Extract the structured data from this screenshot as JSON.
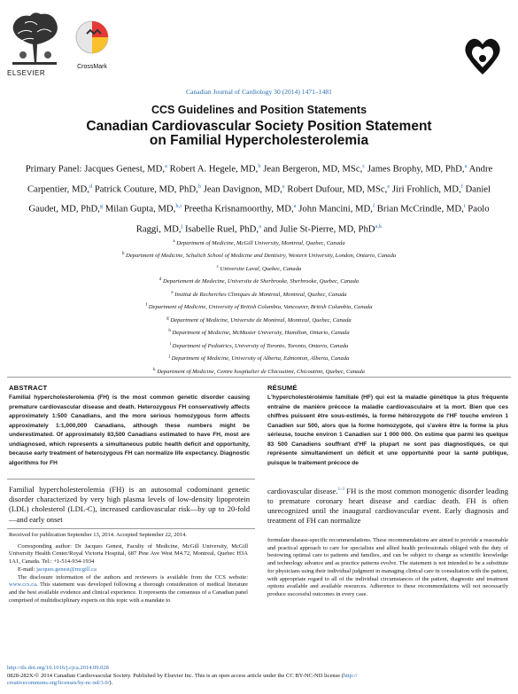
{
  "publisher": {
    "name": "ELSEVIER",
    "crossmark": "CrossMark"
  },
  "journal_ref": "Canadian Journal of Cardiology 30 (2014) 1471–1481",
  "section": "CCS Guidelines and Position Statements",
  "title_line1": "Canadian Cardiovascular Society Position Statement",
  "title_line2": "on Familial Hypercholesterolemia",
  "authors": [
    {
      "prefix": "Primary Panel: ",
      "name": "Jacques Genest, MD,",
      "sup": "a"
    },
    {
      "name": "Robert A. Hegele, MD,",
      "sup": "b"
    },
    {
      "name": "Jean Bergeron, MD, MSc,",
      "sup": "c"
    },
    {
      "name": "James Brophy, MD, PhD,",
      "sup": "a"
    },
    {
      "name": "Andre Carpentier, MD,",
      "sup": "d"
    },
    {
      "name": "Patrick Couture, MD, PhD,",
      "sup": "b"
    },
    {
      "name": "Jean Davignon, MD,",
      "sup": "e"
    },
    {
      "name": "Robert Dufour, MD, MSc,",
      "sup": "e"
    },
    {
      "name": "Jiri Frohlich, MD,",
      "sup": "f"
    },
    {
      "name": "Daniel Gaudet, MD, PhD,",
      "sup": "g"
    },
    {
      "name": "Milan Gupta, MD,",
      "sup": "h,i"
    },
    {
      "name": "Preetha Krisnamoorthy, MD,",
      "sup": "a"
    },
    {
      "name": "John Mancini, MD,",
      "sup": "f"
    },
    {
      "name": "Brian McCrindle, MD,",
      "sup": "i"
    },
    {
      "name": "Paolo Raggi, MD,",
      "sup": "j"
    },
    {
      "name": "Isabelle Ruel, PhD,",
      "sup": "a"
    },
    {
      "name": "and Julie St-Pierre, MD, PhD",
      "sup": "a,k"
    }
  ],
  "affiliations": [
    {
      "sup": "a",
      "text": "Department of Medicine, McGill University, Montreal, Quebec, Canada"
    },
    {
      "sup": "b",
      "text": "Department of Medicine, Schulich School of Medicine and Dentistry, Western University, London, Ontario, Canada"
    },
    {
      "sup": "c",
      "text": "Universite Laval, Quebec, Canada"
    },
    {
      "sup": "d",
      "text": "Departement de Medecine, Universite de Sherbrooke, Sherbrooke, Quebec, Canada"
    },
    {
      "sup": "e",
      "text": "Institut de Recherches Cliniques de Montreal, Montreal, Quebec, Canada"
    },
    {
      "sup": "f",
      "text": "Department of Medicine, University of British Columbia, Vancouver, British Columbia, Canada"
    },
    {
      "sup": "g",
      "text": "Department of Medicine, Universite de Montreal, Montreal, Quebec, Canada"
    },
    {
      "sup": "h",
      "text": "Department of Medicine, McMaster University, Hamilton, Ontario, Canada"
    },
    {
      "sup": "i",
      "text": "Department of Pediatrics, University of Toronto, Toronto, Ontario, Canada"
    },
    {
      "sup": "j",
      "text": "Department of Medicine, University of Alberta, Edmonton, Alberta, Canada"
    },
    {
      "sup": "k",
      "text": "Department of Medicine, Centre hospitalier de Chicoutimi, Chicoutimi, Quebec, Canada"
    }
  ],
  "abstract": {
    "heading": "ABSTRACT",
    "text": "Familial hypercholesterolemia (FH) is the most common genetic disorder causing premature cardiovascular disease and death. Heterozygous FH conservatively affects approximately 1:500 Canadians, and the more serious homozygous form affects approximately 1:1,000,000 Canadians, although these numbers might be underestimated. Of approximately 83,500 Canadians estimated to have FH, most are undiagnosed, which represents a simultaneous public health deficit and opportunity, because early treatment of heterozygous FH can normalize life expectancy. Diagnostic algorithms for FH"
  },
  "resume": {
    "heading": "RÉSUMÉ",
    "text": "L'hypercholestérolémie familiale (HF) qui est la maladie génétique la plus fréquente entraîne de manière précoce la maladie cardiovasculaire et la mort. Bien que ces chiffres puissent être sous-estimés, la forme hétérozygote de l'HF touche environ 1 Canadien sur 500, alors que la forme homozygote, qui s'avère être la forme la plus sérieuse, touche environ 1 Canadien sur 1 000 000. On estime que parmi les quelque 83 500 Canadiens souffrant d'HF la plupart ne sont pas diagnostiqués, ce qui représente simultanément un déficit et une opportunité pour la santé publique, puisque le traitement précoce de"
  },
  "body_left": "Familial hypercholesterolemia (FH) is an autosomal codominant genetic disorder characterized by very high plasma levels of low-density lipoprotein (LDL) cholesterol (LDL-C), increased cardiovascular risk—by up to 20-fold—and early onset",
  "body_right_pre": "cardiovascular disease.",
  "body_right_sup": "1-3",
  "body_right_post": " FH is the most common monogenic disorder leading to premature coronary heart disease and cardiac death. FH is often unrecognized until the inaugural cardiovascular event. Early diagnosis and treatment of FH can normalize",
  "footnotes": {
    "received": "Received for publication September 13, 2014. Accepted September 22, 2014.",
    "corresponding": "Corresponding author: Dr Jacques Genest, Faculty of Medicine, McGill University, McGill University Health Center/Royal Victoria Hospital, 687 Pine Ave West M4.72, Montreal, Quebec H3A 1A1, Canada. Tel.: +1-514-934-1934",
    "email_label": "E-mail: ",
    "email": "jacques.genest@mcgill.ca",
    "disclosure_pre": "The disclosure information of the authors and reviewers is available from the CCS website: ",
    "ccs_site": "www.ccs.ca",
    "disclosure_post": ". This statement was developed following a thorough consideration of medical literature and the best available evidence and clinical experience. It represents the consensus of a Canadian panel comprised of multidisciplinary experts on this topic with a mandate to",
    "right": "formulate disease-specific recommendations. These recommendations are aimed to provide a reasonable and practical approach to care for specialists and allied health professionals obliged with the duty of bestowing optimal care to patients and families, and can be subject to change as scientific knowledge and technology advance and as practice patterns evolve. The statement is not intended to be a substitute for physicians using their individual judgment in managing clinical care in consultation with the patient, with appropriate regard to all of the individual circumstances of the patient, diagnostic and treatment options available and available resources. Adherence to these recommendations will not necessarily produce successful outcomes in every case."
  },
  "doi": "http://dx.doi.org/10.1016/j.cjca.2014.09.028",
  "license_pre": "0828-282X/© 2014 Canadian Cardiovascular Society. Published by Elsevier Inc. This is an open access article under the CC BY-NC-ND license (",
  "license_link1": "http://",
  "license_link2": "creativecommons.org/licenses/by-nc-nd/3.0/",
  "license_post": ")."
}
